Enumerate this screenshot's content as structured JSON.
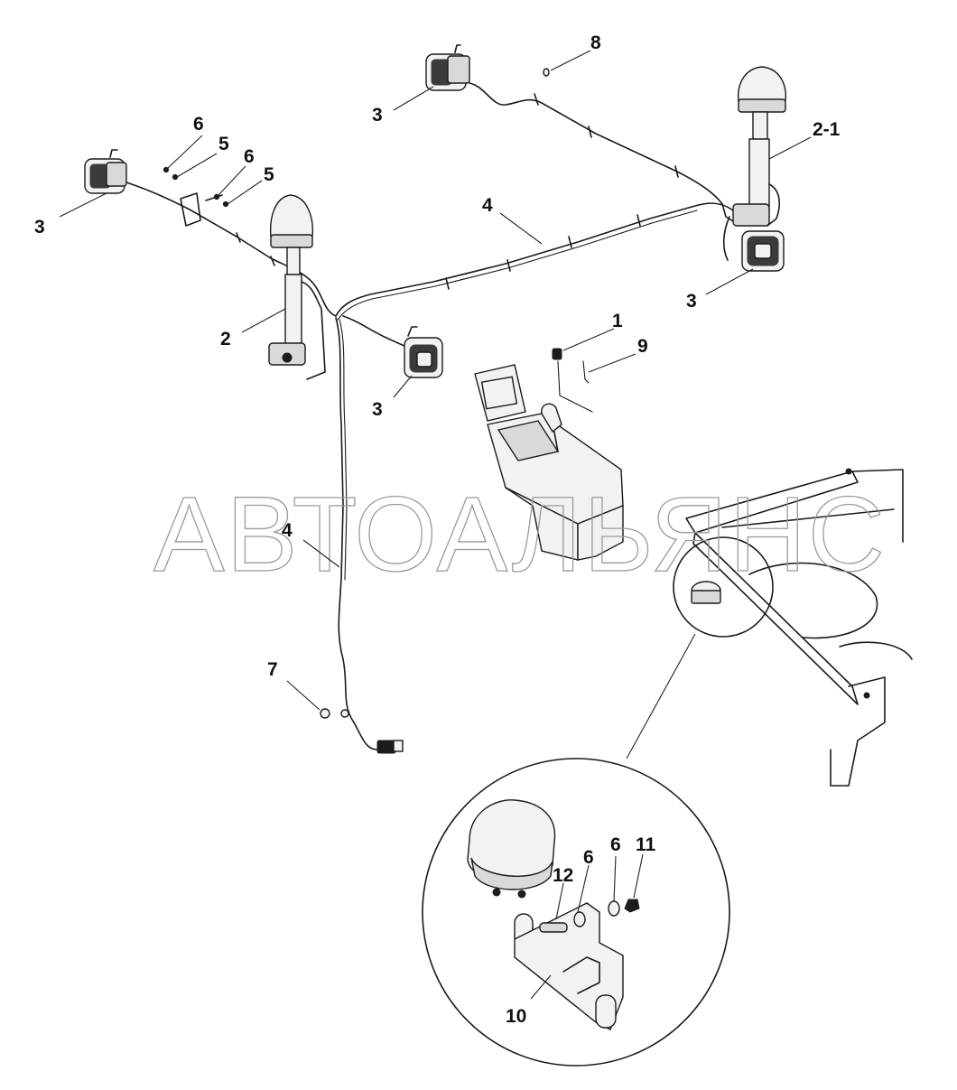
{
  "watermark": "АВТОАЛЬЯНС",
  "callouts": {
    "c1": "1",
    "c2": "2",
    "c2_1": "2-1",
    "c3": "3",
    "c4": "4",
    "c5": "5",
    "c6": "6",
    "c7": "7",
    "c8": "8",
    "c9": "9",
    "c10": "10",
    "c11": "11",
    "c12": "12"
  },
  "icons": {
    "work_lamp": "work-lamp-icon",
    "beacon": "beacon-lamp-icon",
    "console": "control-console-icon",
    "frame": "cab-frame-icon"
  },
  "colors": {
    "ink": "#1a1a1a",
    "watermark": "#9a9a9a",
    "background": "#ffffff"
  }
}
